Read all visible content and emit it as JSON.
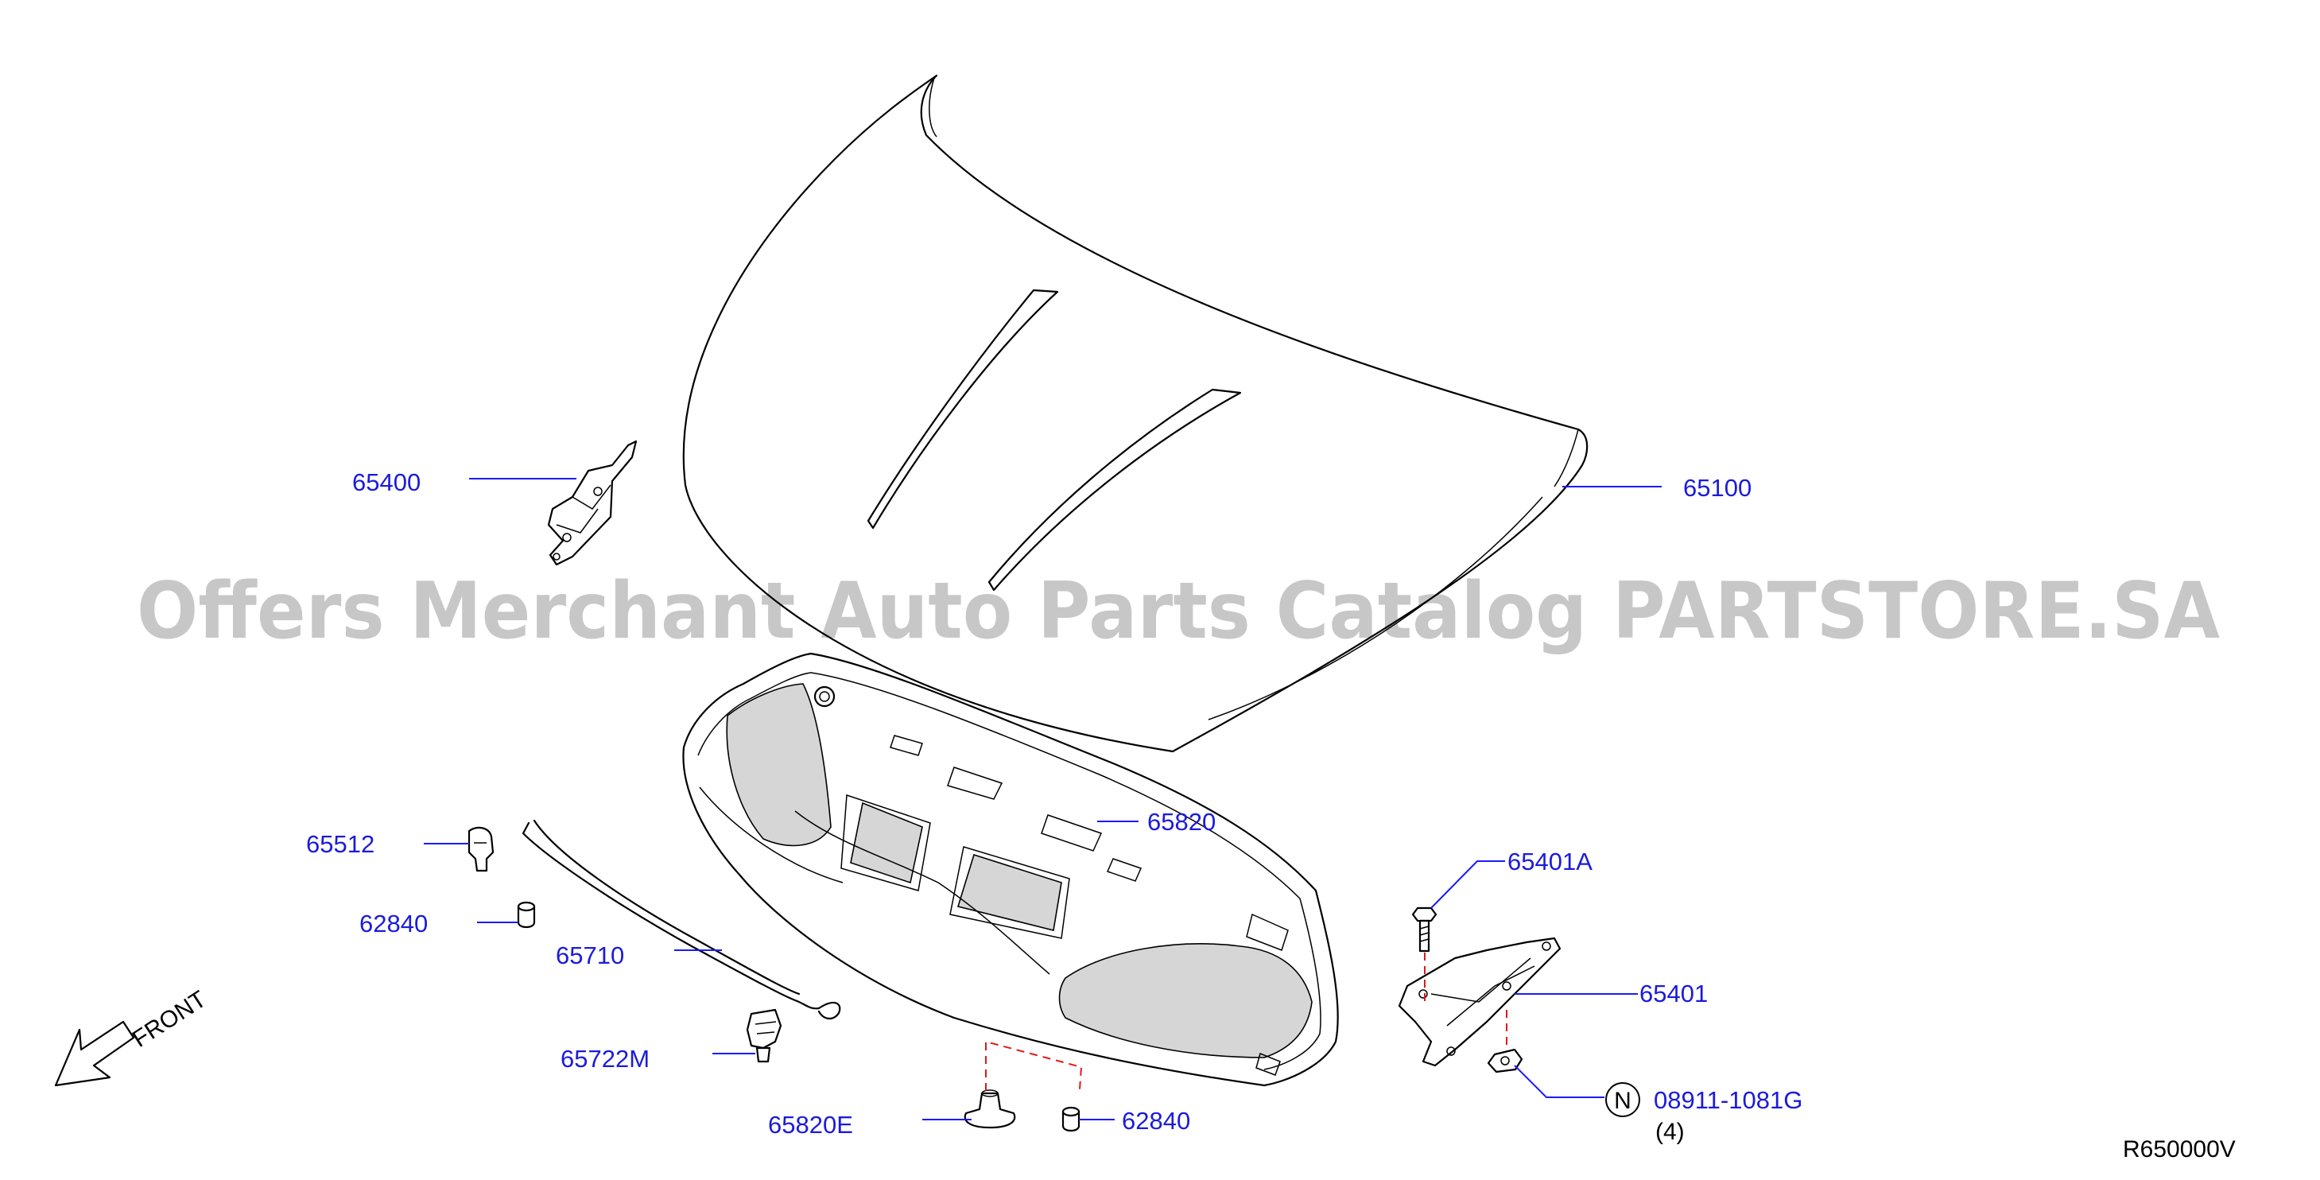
{
  "watermark": "Offers Merchant Auto Parts Catalog PARTSTORE.SA",
  "diagram_code": "R650000V",
  "direction_label": "FRONT",
  "nut_note": {
    "circle_letter": "N",
    "part_number": "08911-1081G",
    "quantity": "(4)"
  },
  "parts": [
    {
      "id": "hood",
      "number": "65100"
    },
    {
      "id": "hood-hinge-left",
      "number": "65400"
    },
    {
      "id": "hood-insulator",
      "number": "65820"
    },
    {
      "id": "hood-rod-clip",
      "number": "65512"
    },
    {
      "id": "bumper-rubber-left",
      "number": "62840"
    },
    {
      "id": "hood-support-rod",
      "number": "65710"
    },
    {
      "id": "rod-holder-clip",
      "number": "65722M"
    },
    {
      "id": "insulator-clip",
      "number": "65820E"
    },
    {
      "id": "bumper-rubber-right",
      "number": "62840"
    },
    {
      "id": "hinge-bolt",
      "number": "65401A"
    },
    {
      "id": "hood-hinge-right",
      "number": "65401"
    }
  ]
}
